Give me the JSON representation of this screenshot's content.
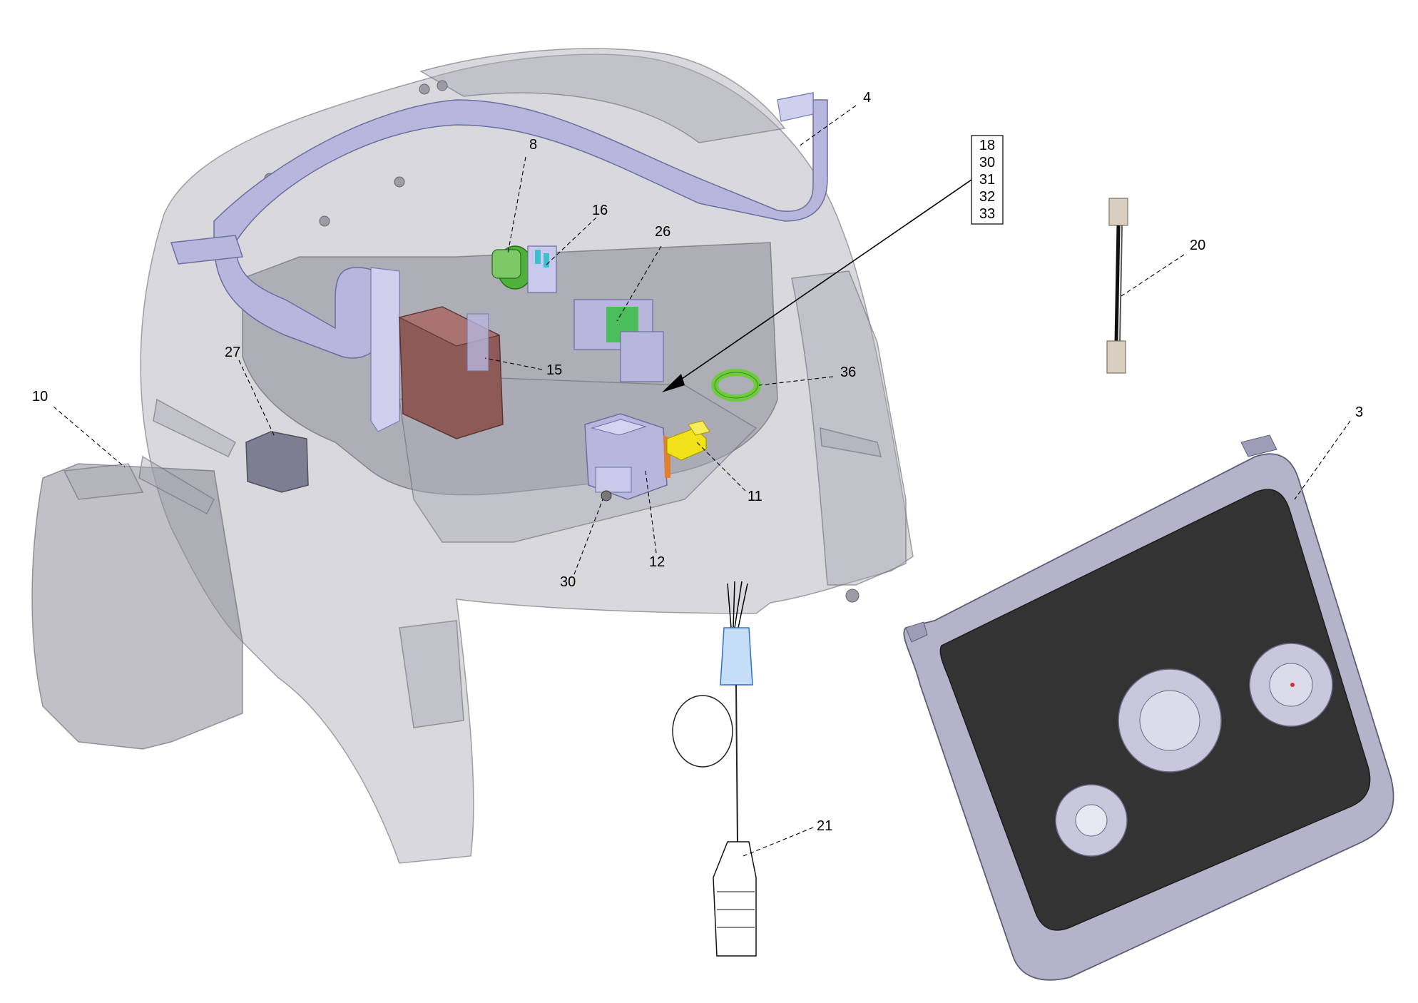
{
  "callouts": {
    "c3": "3",
    "c4": "4",
    "c8": "8",
    "c10": "10",
    "c11": "11",
    "c12": "12",
    "c15": "15",
    "c16": "16",
    "c20": "20",
    "c21": "21",
    "c26": "26",
    "c27": "27",
    "c30": "30",
    "c36": "36"
  },
  "callout_box": {
    "items": [
      "18",
      "30",
      "31",
      "32",
      "33"
    ]
  },
  "colors": {
    "housing": "#a9a9b4",
    "handle": "#b7b6dd",
    "green_part": "#4fb03a",
    "yellow_part": "#f2e21a",
    "brown_part": "#8e5a57",
    "panel_frame": "#b4b3c9",
    "panel_face": "#333333"
  }
}
